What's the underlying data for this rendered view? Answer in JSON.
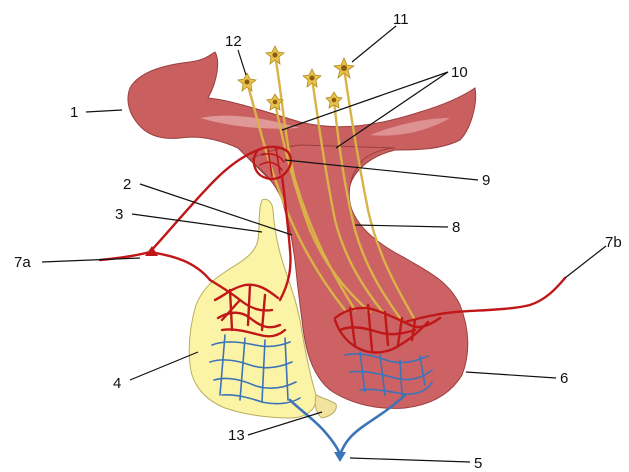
{
  "labels": [
    {
      "key": "l1",
      "text": "1"
    },
    {
      "key": "l2",
      "text": "2"
    },
    {
      "key": "l3",
      "text": "3"
    },
    {
      "key": "l4",
      "text": "4"
    },
    {
      "key": "l5",
      "text": "5"
    },
    {
      "key": "l6",
      "text": "6"
    },
    {
      "key": "l7a",
      "text": "7a"
    },
    {
      "key": "l7b",
      "text": "7b"
    },
    {
      "key": "l8",
      "text": "8"
    },
    {
      "key": "l9",
      "text": "9"
    },
    {
      "key": "l10",
      "text": "10"
    },
    {
      "key": "l11",
      "text": "11"
    },
    {
      "key": "l12",
      "text": "12"
    },
    {
      "key": "l13",
      "text": "13"
    }
  ],
  "colors": {
    "hypothalamus": "#c9605f",
    "posterior_lobe": "#cc6264",
    "anterior_lobe": "#fbf3a6",
    "artery": "#c01818",
    "vein": "#3b74b8",
    "neurons": "#d9b248"
  }
}
